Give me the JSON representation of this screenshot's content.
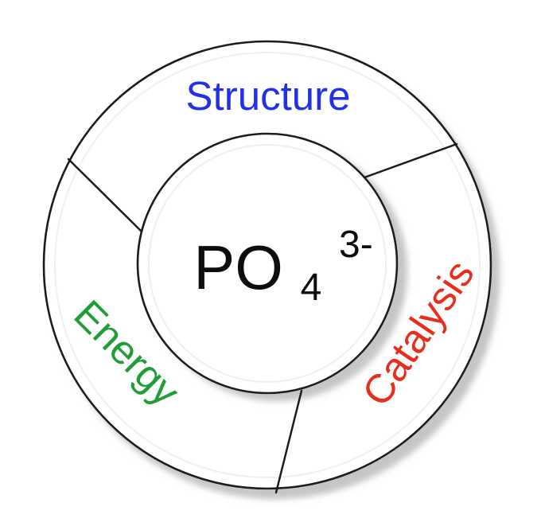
{
  "diagram": {
    "center_formula": {
      "base": "PO",
      "subscript": "4",
      "superscript": "3-"
    },
    "segments": [
      {
        "id": "structure",
        "label": "Structure",
        "color": "#2231e8"
      },
      {
        "id": "catalysis",
        "label": "Catalysis",
        "color": "#e62e1b"
      },
      {
        "id": "energy",
        "label": "Energy",
        "color": "#1f9e38"
      }
    ],
    "colors": {
      "outline": "#1b1b1b",
      "shadow": "#bfbfbf",
      "center_text": "#0d0d0d",
      "fill": "#ffffff"
    }
  }
}
